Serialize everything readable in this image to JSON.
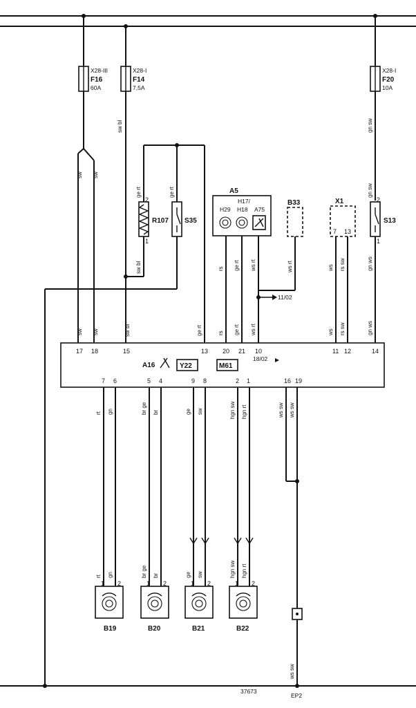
{
  "fuses": [
    {
      "id": "F16",
      "conn": "X28-III",
      "rating": "60A"
    },
    {
      "id": "F14",
      "conn": "X28-I",
      "rating": "7,5A"
    },
    {
      "id": "F20",
      "conn": "X28-I",
      "rating": "10A"
    }
  ],
  "components": {
    "r107": "R107",
    "s35": "S35",
    "s13": "S13",
    "a5": "A5",
    "a75": "A75",
    "h17h18": "H17/",
    "h18": "H18",
    "h29": "H29",
    "b33": "B33",
    "x1": "X1",
    "a16": "A16",
    "y22": "Y22",
    "m61": "M61",
    "sensors": [
      "B19",
      "B20",
      "B21",
      "B22"
    ]
  },
  "wire_colors": {
    "sw": "sw",
    "swbl": "sw bl",
    "gert": "ge rt",
    "rs": "rs",
    "wsrt": "ws rt",
    "ws": "ws",
    "rssw": "rs sw",
    "gnws": "gn ws",
    "gnsw": "gn sw",
    "rt": "rt",
    "gn": "gn",
    "brge": "br ge",
    "br": "br",
    "ge": "ge",
    "hgnsw": "hgn sw",
    "hgnrt": "hgn rt",
    "wssw": "ws sw"
  },
  "ecu_top_pins": [
    "17",
    "18",
    "15",
    "13",
    "20",
    "21",
    "10",
    "11",
    "12",
    "14"
  ],
  "ecu_bottom_pins": [
    "7",
    "6",
    "5",
    "4",
    "9",
    "8",
    "2",
    "1",
    "16",
    "19"
  ],
  "pin_small": {
    "p1": "1",
    "p2": "2",
    "p7": "7",
    "p13": "13"
  },
  "refs": {
    "ref_a": "11/02",
    "ref_b": "18/02"
  },
  "footer": {
    "drawing_no": "37673",
    "ground": "EP2"
  }
}
